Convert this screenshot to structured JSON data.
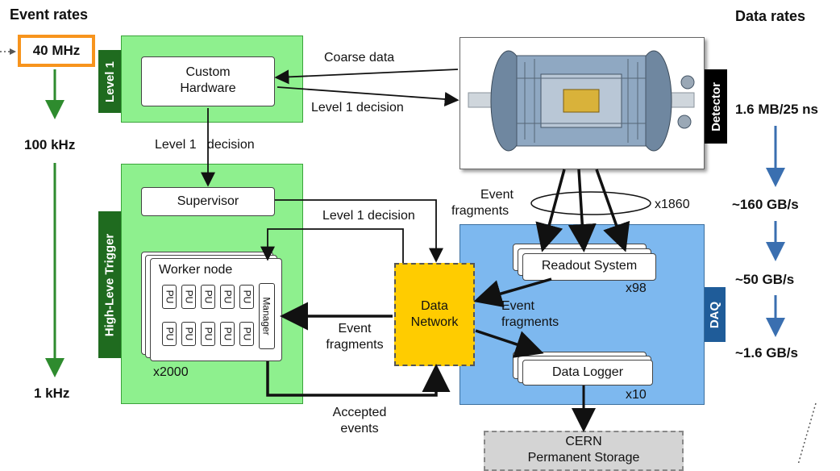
{
  "headers": {
    "event_rates": "Event rates",
    "data_rates": "Data rates"
  },
  "event_rates": {
    "top": "40 MHz",
    "mid": "100 kHz",
    "bottom": "1 kHz"
  },
  "data_rates": [
    "1.6 MB/25 ns",
    "~160 GB/s",
    "~50 GB/s",
    "~1.6 GB/s"
  ],
  "level1": {
    "tab": "Level 1",
    "hardware_line1": "Custom",
    "hardware_line2": "Hardware"
  },
  "hlt": {
    "tab": "High-Leve Trigger",
    "supervisor": "Supervisor",
    "worker_node": "Worker node",
    "manager": "Manager",
    "pu": "PU",
    "count": "x2000"
  },
  "detector": {
    "tab": "Detector"
  },
  "daq": {
    "tab": "DAQ",
    "readout": "Readout System",
    "readout_count": "x98",
    "logger": "Data Logger",
    "logger_count": "x10"
  },
  "data_network": {
    "line1": "Data",
    "line2": "Network"
  },
  "storage": {
    "line1": "CERN",
    "line2": "Permanent Storage"
  },
  "labels": {
    "coarse_data": "Coarse data",
    "l1_decision_right": "Level 1 decision",
    "l1_decision_down": "Level 1   decision",
    "l1_decision_mid": "Level 1 decision",
    "event_frag_top_1": "Event",
    "event_frag_top_2": "fragments",
    "x1860": "x1860",
    "event_frag_daq_1": "Event",
    "event_frag_daq_2": "fragments",
    "event_frag_hlt_1": "Event",
    "event_frag_hlt_2": "fragments",
    "accepted_1": "Accepted",
    "accepted_2": "events"
  },
  "colors": {
    "green_region": "#8ef08e",
    "dark_green": "#1f6b1f",
    "daq_blue": "#7db8ef",
    "daq_tab": "#1f5c99",
    "network_yellow": "#ffcc00",
    "highlight_orange": "#f7941d",
    "blue_arrow": "#3a6fb0"
  }
}
